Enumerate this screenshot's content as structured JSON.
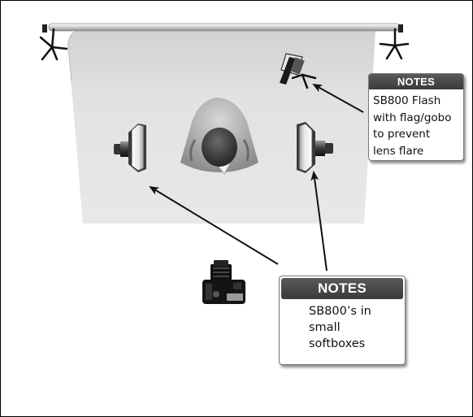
{
  "notes": {
    "top": {
      "header": "NOTES",
      "body": "SB800 Flash\nwith flag/gobo\nto prevent\nlens flare"
    },
    "bottom": {
      "header": "NOTES",
      "body": "SB800’s in\nsmall\nsoftboxes"
    }
  },
  "colors": {
    "backdrop": "#e4e4e4",
    "note_header": "#4a4a4a",
    "arrow": "#111111"
  },
  "icons": [
    "light-stand-icon",
    "backdrop-icon",
    "softbox-icon",
    "flash-icon",
    "subject-icon",
    "camera-icon"
  ]
}
